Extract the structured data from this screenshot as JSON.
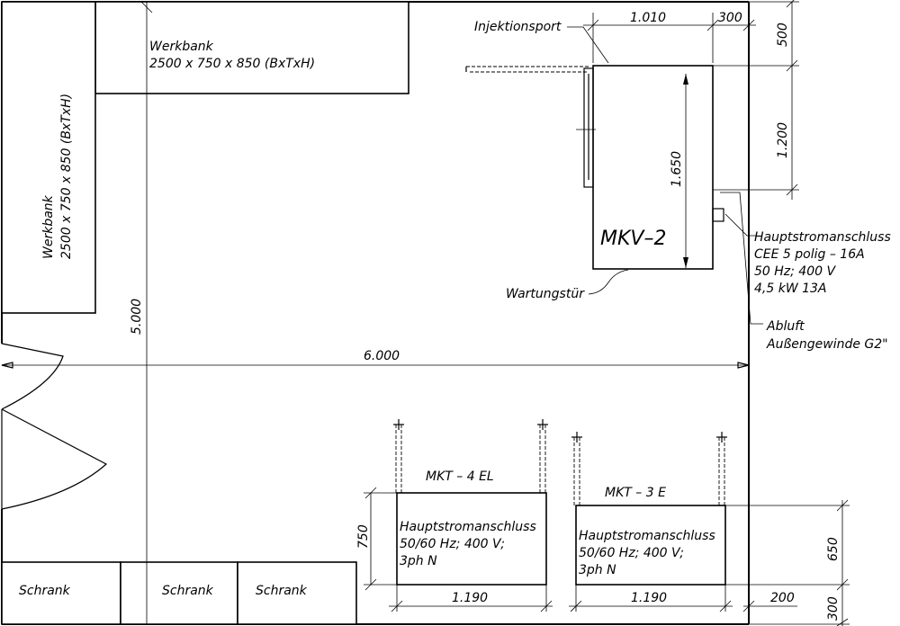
{
  "labels": {
    "werkbank_top": "Werkbank",
    "werkbank_top_dims": "2500 x 750 x 850 (BxTxH)",
    "werkbank_left": "Werkbank",
    "werkbank_left_dims": "2500 x 750 x 850 (BxTxH)",
    "injektionsport": "Injektionsport",
    "mkv2": "MKV–2",
    "wartungstuer": "Wartungstür",
    "haupt_title": "Hauptstromanschluss",
    "haupt_line1": "CEE 5 polig – 16A",
    "haupt_line2": "50 Hz; 400 V",
    "haupt_line3": "4,5 kW 13A",
    "abluft_title": "Abluft",
    "abluft_line1": "Außengewinde G2\"",
    "mkt4_title": "MKT – 4 EL",
    "mkt4_line1": "Hauptstromanschluss",
    "mkt4_line2": "50/60 Hz; 400 V;",
    "mkt4_line3": "3ph N",
    "mkt3_title": "MKT – 3 E",
    "mkt3_line1": "Hauptstromanschluss",
    "mkt3_line2": "50/60 Hz; 400 V;",
    "mkt3_line3": "3ph N",
    "schrank1": "Schrank",
    "schrank2": "Schrank",
    "schrank3": "Schrank"
  },
  "dimensions": {
    "d_1010": "1.010",
    "d_300_top": "300",
    "d_500": "500",
    "d_1200": "1.200",
    "d_1650": "1.650",
    "d_5000": "5.000",
    "d_6000": "6.000",
    "d_750": "750",
    "d_1190_a": "1.190",
    "d_1190_b": "1.190",
    "d_650": "650",
    "d_200": "200",
    "d_300_bottom": "300"
  }
}
